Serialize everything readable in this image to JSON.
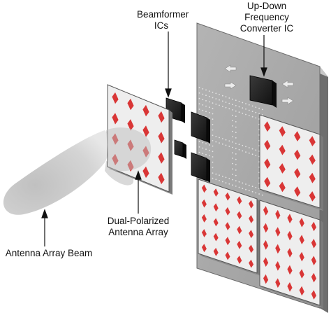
{
  "labels": {
    "beamformer": [
      "Beamformer",
      "ICs"
    ],
    "converter": [
      "Up-Down",
      "Frequency",
      "Converter IC"
    ],
    "array": [
      "Dual-Polarized",
      "Antenna Array"
    ],
    "beam": [
      "Antenna Array Beam"
    ]
  },
  "colors": {
    "patch": "#d93636",
    "chip": "#1e1e1e",
    "board": "#a8a8a8",
    "tile": "#eeeeee",
    "beam": "#c4c4c4"
  }
}
